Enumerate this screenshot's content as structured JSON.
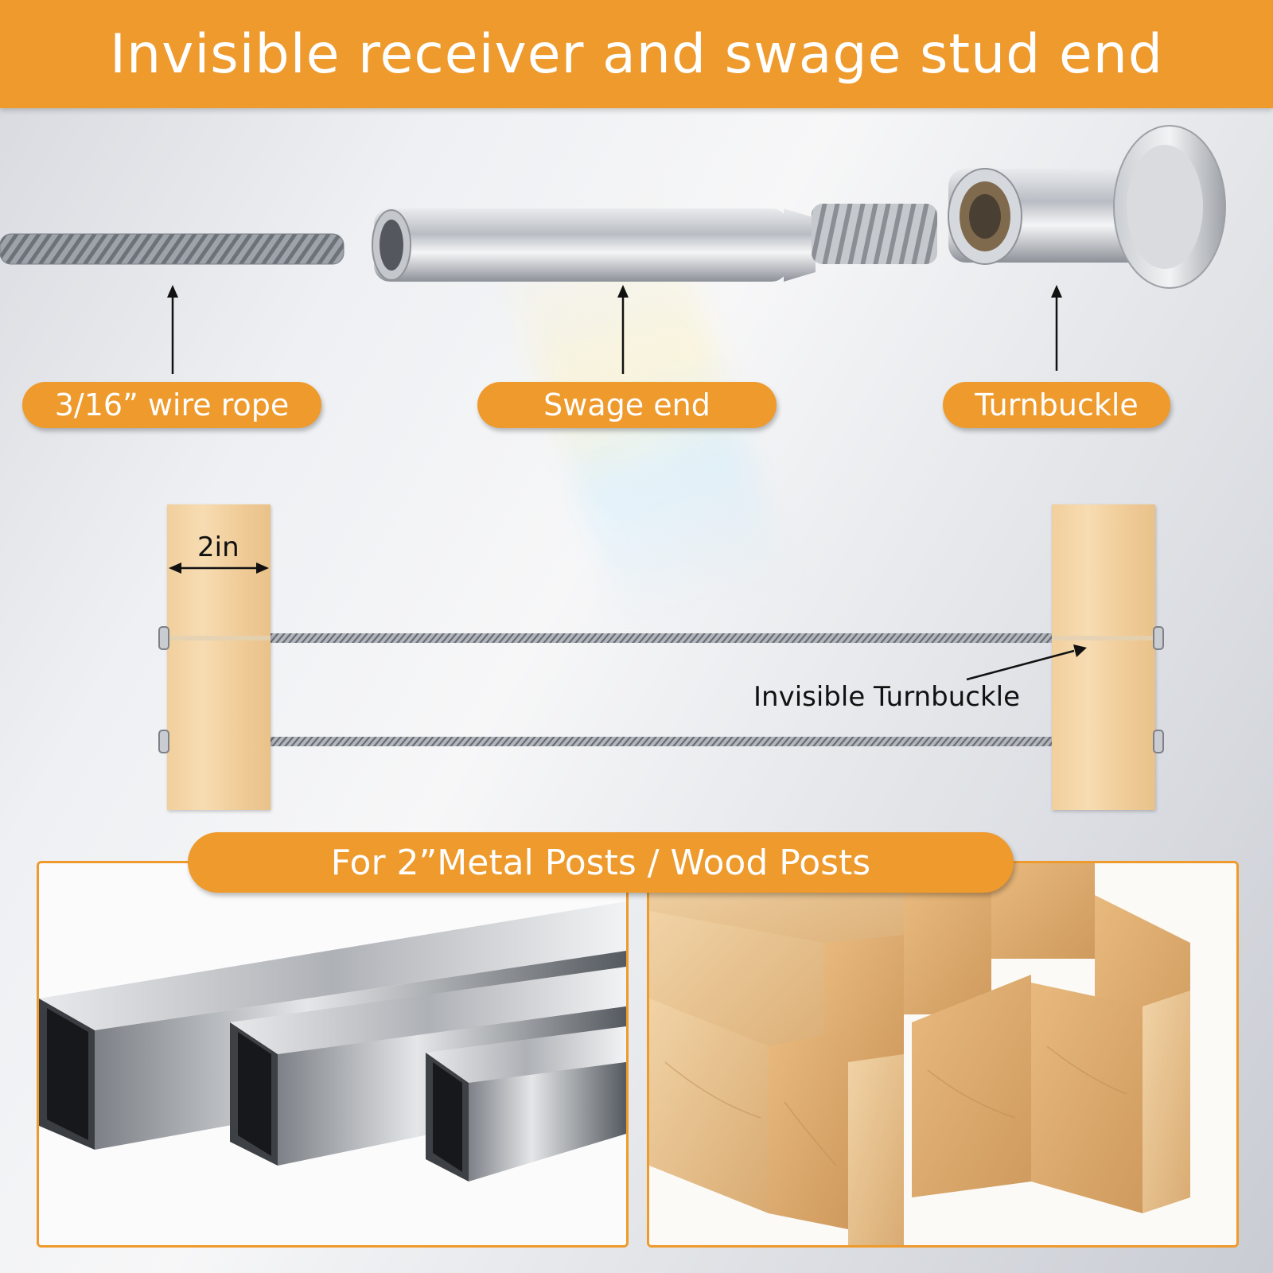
{
  "title": "Invisible receiver and swage stud end",
  "labels": {
    "wire_rope": "3/16” wire rope",
    "swage_end": "Swage end",
    "turnbuckle": "Turnbuckle"
  },
  "diagram": {
    "width_label": "2in",
    "invisible_label": "Invisible Turnbuckle"
  },
  "posts_banner": "For 2”Metal Posts / Wood Posts",
  "colors": {
    "accent": "#ee9a2c",
    "text_on_accent": "#ffffff"
  }
}
